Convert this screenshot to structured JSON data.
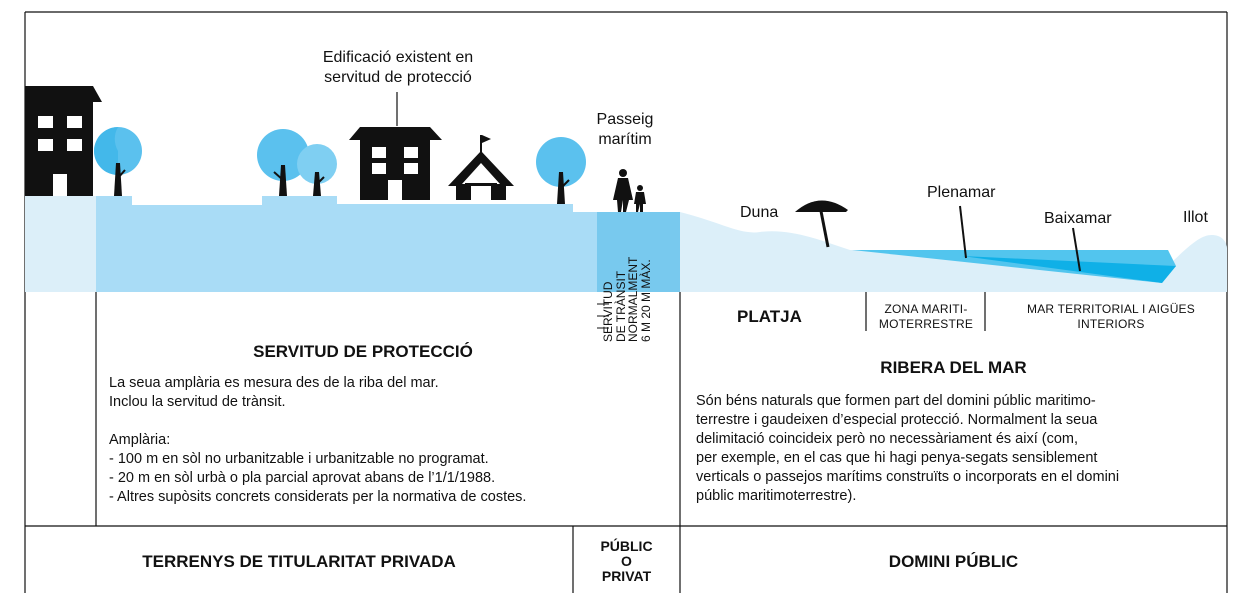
{
  "labels": {
    "building": [
      "Edificació existent en",
      "servitud de protecció"
    ],
    "promenade": [
      "Passeig",
      "marítim"
    ],
    "dune": "Duna",
    "high_tide": "Plenamar",
    "low_tide": "Baixamar",
    "islet": "Illot",
    "transit_easement": [
      "SERVITUD",
      "DE TRÀNSIT",
      "NORMALMENT",
      "6 M 20 M MÀX."
    ]
  },
  "zones": {
    "beach": "PLATJA",
    "maritime_land_zone": [
      "ZONA MARITI-",
      "MOTERRESTRE"
    ],
    "territorial_sea": [
      "MAR TERRITORIAL I AIGÜES",
      "INTERIORS"
    ]
  },
  "protection": {
    "title": "SERVITUD DE PROTECCIÓ",
    "lines": [
      "La seua amplària es mesura des de la riba del mar.",
      "Inclou la servitud de trànsit.",
      "",
      "Amplària:",
      "- 100 m en sòl no urbanitzable i urbanitzable no programat.",
      "- 20 m en sòl urbà o pla parcial aprovat abans de l’1/1/1988.",
      "- Altres supòsits concrets considerats per la normativa de costes."
    ]
  },
  "seashore": {
    "title": "RIBERA DEL MAR",
    "lines": [
      "Són béns naturals que formen part del domini públic maritimo-",
      "terrestre i gaudeixen d’especial protecció. Normalment la seua",
      "delimitació coincideix però no necessàriament és així (com,",
      "per exemple, en el cas que hi hagi penya-segats sensiblement",
      "verticals o passejos marítims construïts o incorporats en el domini",
      "públic maritimoterrestre)."
    ]
  },
  "footer": {
    "private": "TERRENYS DE TITULARITAT PRIVADA",
    "mixed": [
      "PÚBLIC",
      "O",
      "PRIVAT"
    ],
    "public": "DOMINI PÚBLIC"
  },
  "colors": {
    "strip": "#a9dcf6",
    "shore": "#dceff9",
    "sea": "#52c5ee",
    "deep_sea": "#0fb0e7",
    "tree": "#5bc1ee",
    "ink": "#111111"
  }
}
